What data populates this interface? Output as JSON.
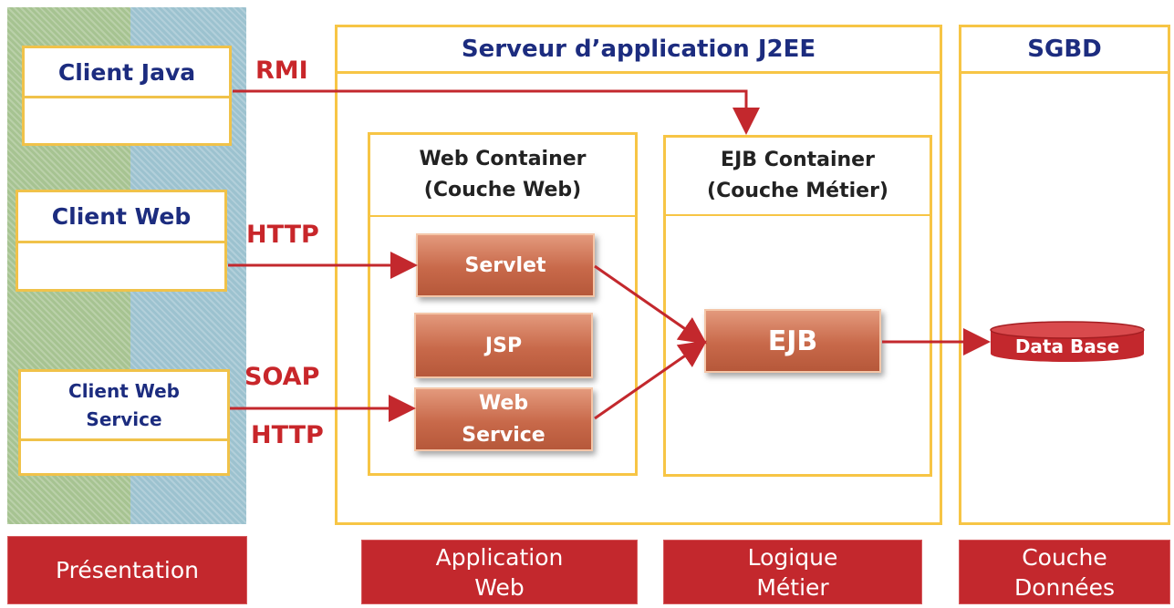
{
  "clients": {
    "java": "Client  Java",
    "web": "Client  Web",
    "ws_line1": "Client Web",
    "ws_line2": "Service"
  },
  "protocols": {
    "rmi": "RMI",
    "http1": "HTTP",
    "soap": "SOAP",
    "http2": "HTTP"
  },
  "server": {
    "title": "Serveur d’application J2EE",
    "web_container": {
      "line1": "Web Container",
      "line2": "(Couche Web)"
    },
    "ejb_container": {
      "line1": "EJB Container",
      "line2": "(Couche Métier)"
    },
    "components": {
      "servlet": "Servlet",
      "jsp": "JSP",
      "ws_line1": "Web",
      "ws_line2": "Service",
      "ejb": "EJB"
    }
  },
  "sgbd": {
    "title": "SGBD",
    "database": "Data Base"
  },
  "layers": {
    "presentation": "Présentation",
    "app_web_line1": "Application",
    "app_web_line2": "Web",
    "logique_line1": "Logique",
    "logique_line2": "Métier",
    "donnees_line1": "Couche",
    "donnees_line2": "Données"
  },
  "colors": {
    "arrow": "#c3282d",
    "border": "#f7c545",
    "title_text": "#1c2c7f",
    "component": "#c8694a",
    "layer_fill": "#c3282d"
  }
}
